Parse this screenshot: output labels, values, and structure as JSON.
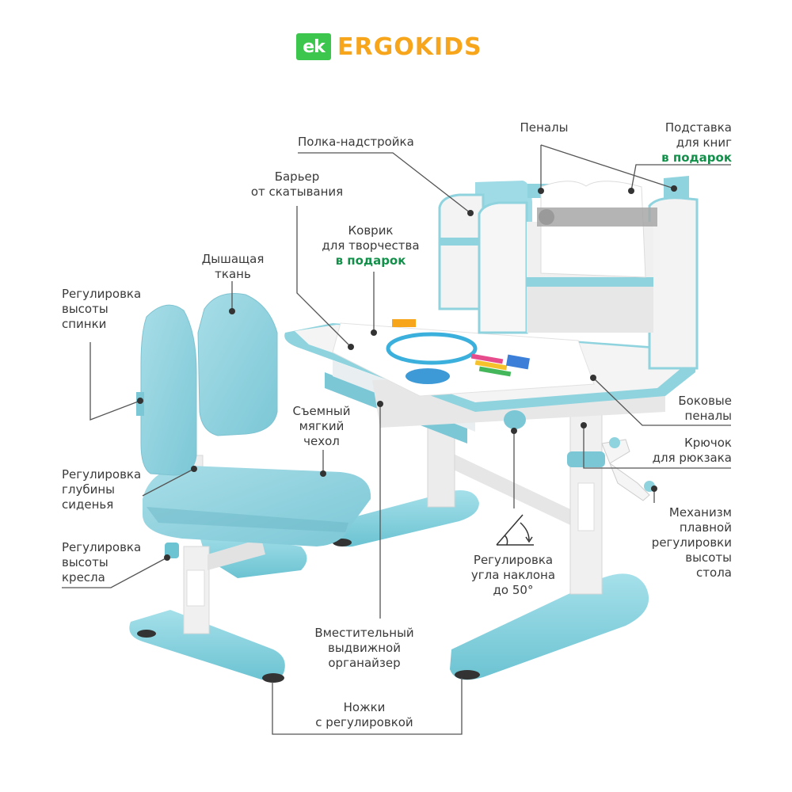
{
  "brand": {
    "badge": "ek",
    "name": "ERGOKIDS",
    "badge_color": "#3cc64e",
    "name_color": "#f7a51b"
  },
  "colors": {
    "accent_blue": "#8fd3de",
    "accent_blue_dark": "#5fbccc",
    "text": "#3a3a3a",
    "gift_green": "#12904a",
    "leader_line": "#555555"
  },
  "callouts": {
    "shelf": {
      "lines": [
        "Полка-надстройка"
      ]
    },
    "pencil_cases": {
      "lines": [
        "Пеналы"
      ]
    },
    "book_stand": {
      "lines": [
        "Подставка",
        "для книг"
      ],
      "gift": "в подарок"
    },
    "roll_barrier": {
      "lines": [
        "Барьер",
        "от скатывания"
      ]
    },
    "creative_mat": {
      "lines": [
        "Коврик",
        "для творчества"
      ],
      "gift": "в подарок"
    },
    "breathable_fabric": {
      "lines": [
        "Дышащая",
        "ткань"
      ]
    },
    "backrest_height": {
      "lines": [
        "Регулировка",
        "высоты",
        "спинки"
      ]
    },
    "removable_cover": {
      "lines": [
        "Съемный",
        "мягкий",
        "чехол"
      ]
    },
    "side_cases": {
      "lines": [
        "Боковые",
        "пеналы"
      ]
    },
    "backpack_hook": {
      "lines": [
        "Крючок",
        "для рюкзака"
      ]
    },
    "seat_depth": {
      "lines": [
        "Регулировка",
        "глубины",
        "сиденья"
      ]
    },
    "lift_mechanism": {
      "lines": [
        "Механизм",
        "плавной",
        "регулировки",
        "высоты",
        "стола"
      ]
    },
    "chair_height": {
      "lines": [
        "Регулировка",
        "высоты",
        "кресла"
      ]
    },
    "tilt_angle": {
      "lines": [
        "Регулировка",
        "угла наклона",
        "до 50°"
      ]
    },
    "organizer": {
      "lines": [
        "Вместительный",
        "выдвижной",
        "органайзер"
      ]
    },
    "adjustable_feet": {
      "lines": [
        "Ножки",
        "с регулировкой"
      ]
    }
  }
}
